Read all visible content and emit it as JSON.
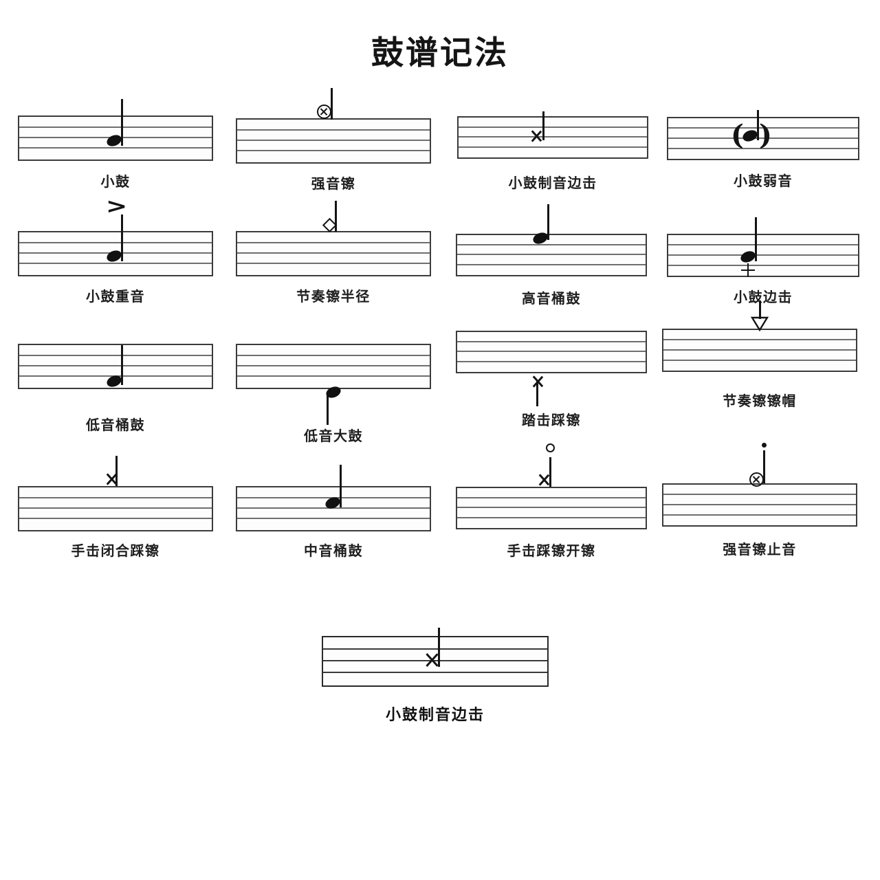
{
  "title": "鼓谱记法",
  "notation": {
    "rows": [
      {
        "cells": [
          {
            "label": "小鼓",
            "symbol": "filled-notehead-middle-line-stem-up"
          },
          {
            "label": "强音镲",
            "symbol": "circled-x-above-staff-stem-up"
          },
          {
            "label": "小鼓制音边击",
            "symbol": "x-notehead-middle-line-stem-up"
          },
          {
            "label": "小鼓弱音",
            "symbol": "filled-notehead-in-parentheses-stem-up"
          }
        ]
      },
      {
        "cells": [
          {
            "label": "小鼓重音",
            "symbol": "filled-notehead-stem-up-with-accent"
          },
          {
            "label": "节奏镲半径",
            "symbol": "diamond-notehead-above-staff-stem-up"
          },
          {
            "label": "高音桶鼓",
            "symbol": "filled-notehead-top-space-stem-up"
          },
          {
            "label": "小鼓边击",
            "symbol": "filled-notehead-stem-up-with-plus-below"
          }
        ]
      },
      {
        "cells": [
          {
            "label": "低音桶鼓",
            "symbol": "filled-notehead-low-line-stem-up"
          },
          {
            "label": "低音大鼓",
            "symbol": "filled-notehead-below-staff-stem-down"
          },
          {
            "label": "踏击踩镲",
            "symbol": "x-notehead-below-staff-stem-down"
          },
          {
            "label": "节奏镲镲帽",
            "symbol": "hollow-down-triangle-above-staff-stem-up"
          }
        ]
      },
      {
        "cells": [
          {
            "label": "手击闭合踩镲",
            "symbol": "x-notehead-above-staff-stem-up"
          },
          {
            "label": "中音桶鼓",
            "symbol": "filled-notehead-upper-space-stem-up"
          },
          {
            "label": "手击踩镲开镲",
            "symbol": "x-notehead-above-staff-with-open-circle"
          },
          {
            "label": "强音镲止音",
            "symbol": "circled-x-above-staff-with-choke-dot"
          }
        ]
      }
    ],
    "footer": {
      "label": "小鼓制音边击",
      "symbol": "x-notehead-middle-line-stem-up"
    }
  }
}
